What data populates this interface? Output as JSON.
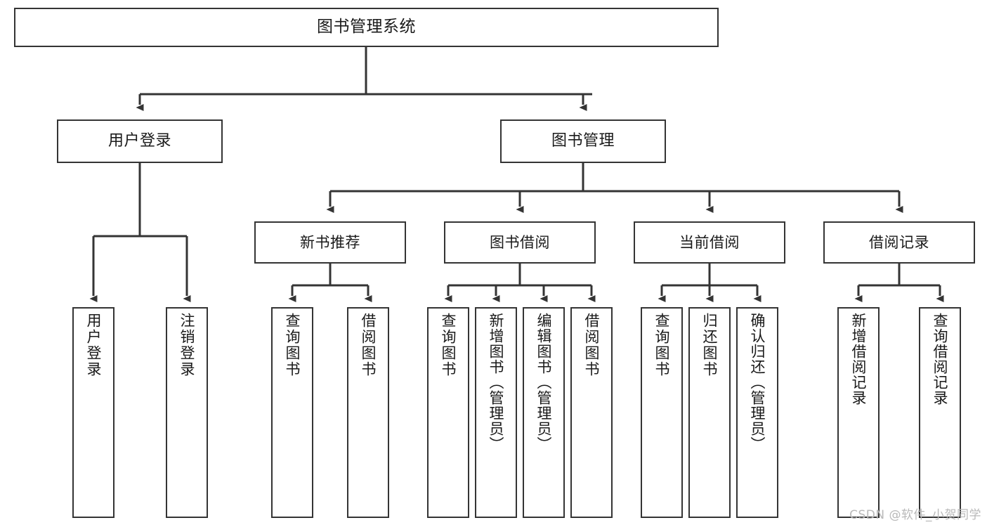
{
  "diagram": {
    "title": "图书管理系统",
    "type": "tree-hierarchy-chart",
    "colors": {
      "box_border": "#343434",
      "box_fill": "#ffffff",
      "edge": "#343434",
      "text": "#1a1a1a",
      "watermark": "#b9b9b9",
      "background": "#ffffff"
    },
    "root": {
      "label": "图书管理系统"
    },
    "level2": [
      {
        "label": "用户登录"
      },
      {
        "label": "图书管理"
      }
    ],
    "level3": [
      {
        "label": "新书推荐"
      },
      {
        "label": "图书借阅"
      },
      {
        "label": "当前借阅"
      },
      {
        "label": "借阅记录"
      }
    ],
    "leaves": {
      "user_login": [
        {
          "label": "用户登录"
        },
        {
          "label": "注销登录"
        }
      ],
      "new_book_recommend": [
        {
          "label": "查询图书"
        },
        {
          "label": "借阅图书"
        }
      ],
      "book_borrow": [
        {
          "label": "查询图书"
        },
        {
          "label": "新增图书（管理员）"
        },
        {
          "label": "编辑图书（管理员）"
        },
        {
          "label": "借阅图书"
        }
      ],
      "current_borrow": [
        {
          "label": "查询图书"
        },
        {
          "label": "归还图书"
        },
        {
          "label": "确认归还（管理员）"
        }
      ],
      "borrow_record": [
        {
          "label": "新增借阅记录"
        },
        {
          "label": "查询借阅记录"
        }
      ]
    },
    "watermark": "CSDN @软件_小贺同学"
  }
}
